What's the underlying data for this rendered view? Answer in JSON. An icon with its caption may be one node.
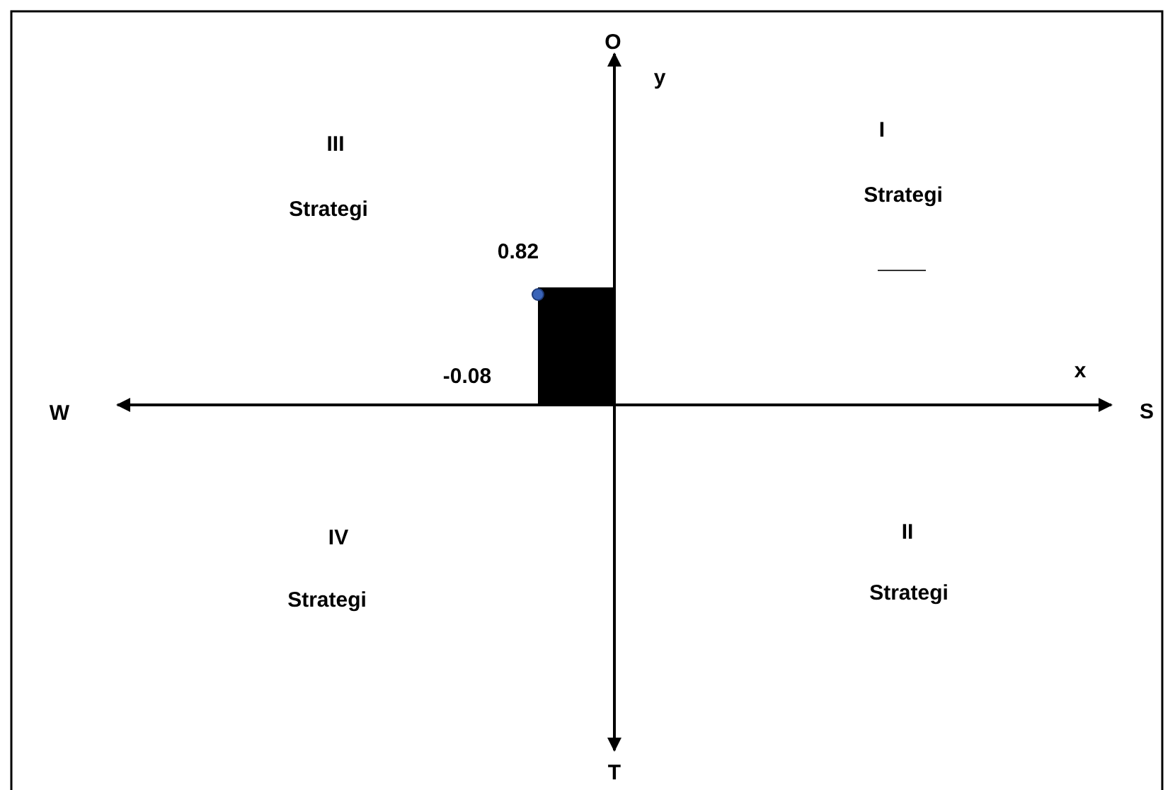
{
  "diagram": {
    "labels": [
      "O",
      "y",
      "III",
      "Strategi",
      "I",
      "Strategi",
      "0.82",
      "-0.08",
      "W",
      "x",
      "S",
      "IV",
      "Strategi",
      "II",
      "Strategi",
      "T"
    ]
  }
}
